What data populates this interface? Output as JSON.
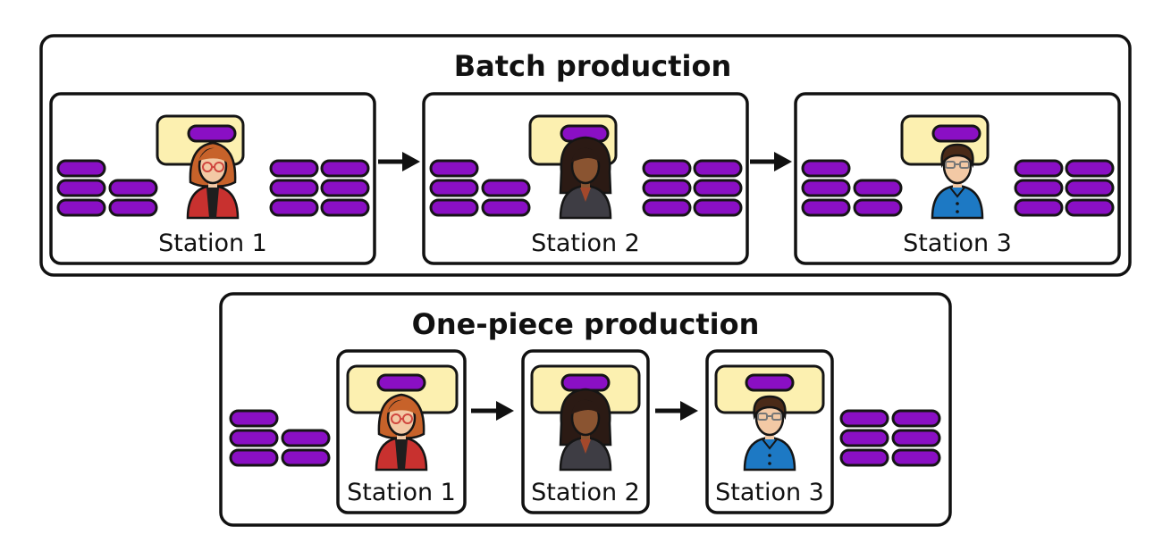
{
  "colors": {
    "item": "#8a0fc4",
    "desk": "#fcf0b0",
    "worker_red": "#c8312f",
    "worker_dark": "#3e3d44",
    "worker_blue": "#1d79c4",
    "hair_red": "#c7622a",
    "hair_dark": "#2b1a14",
    "skin_light": "#f3c9a5",
    "skin_dark": "#8a5431"
  },
  "batch": {
    "title": "Batch production",
    "stations": [
      {
        "label": "Station 1",
        "worker_icon": "woman-red-jacket-icon",
        "queue_before": 5,
        "on_desk": 1,
        "queue_after": 6
      },
      {
        "label": "Station 2",
        "worker_icon": "woman-dark-jacket-icon",
        "queue_before": 5,
        "on_desk": 1,
        "queue_after": 6
      },
      {
        "label": "Station 3",
        "worker_icon": "man-blue-shirt-icon",
        "queue_before": 5,
        "on_desk": 1,
        "queue_after": 6
      }
    ]
  },
  "onepiece": {
    "title": "One-piece production",
    "queue_before": 5,
    "queue_after": 6,
    "stations": [
      {
        "label": "Station 1",
        "worker_icon": "woman-red-jacket-icon",
        "on_desk": 1
      },
      {
        "label": "Station 2",
        "worker_icon": "woman-dark-jacket-icon",
        "on_desk": 1
      },
      {
        "label": "Station 3",
        "worker_icon": "man-blue-shirt-icon",
        "on_desk": 1
      }
    ]
  }
}
